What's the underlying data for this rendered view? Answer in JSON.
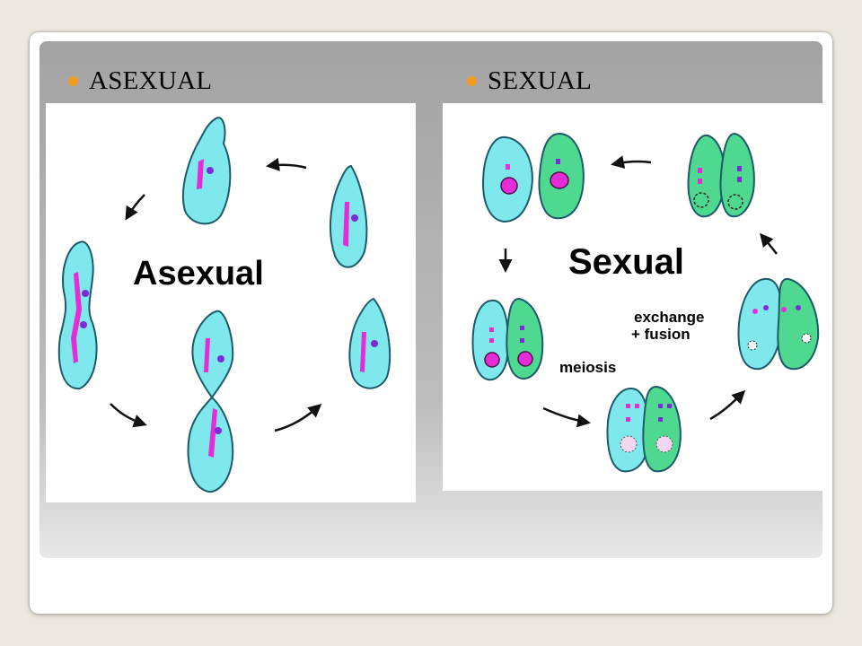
{
  "slide": {
    "left_heading": "ASEXUAL",
    "right_heading": "SEXUAL"
  },
  "asexual_figure": {
    "title": "Asexual"
  },
  "sexual_figure": {
    "title": "Sexual",
    "label_exchange": "exchange",
    "label_fusion": "+ fusion",
    "label_meiosis": "meiosis"
  },
  "colors": {
    "bullet": "#f29b22",
    "cyan_cell": "#7fe8ec",
    "green_cell": "#4fd88f",
    "magenta": "#e62bd8",
    "purple": "#7b2bd8"
  }
}
